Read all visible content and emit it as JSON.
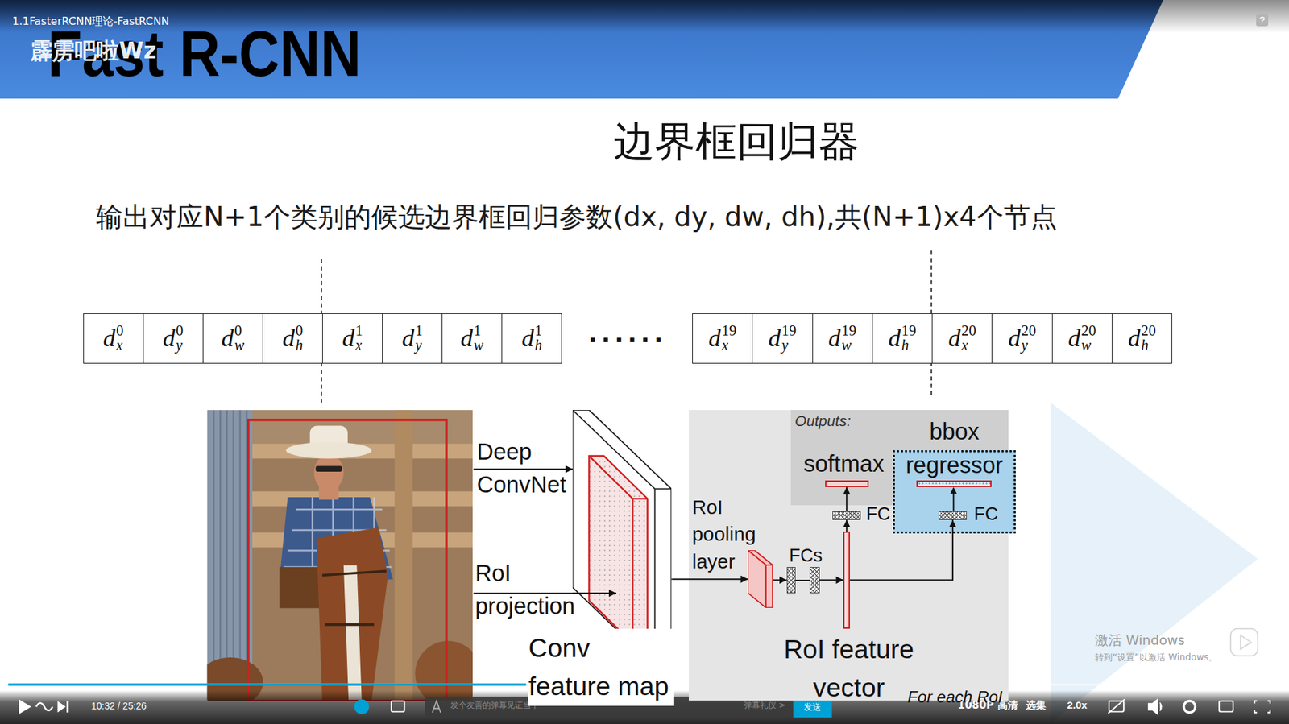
{
  "diagram": {
    "title": "边界框回归器",
    "nodes": [
      {
        "text": [
          "For each RoI"
        ]
      },
      {
        "text": [
          "Outputs:"
        ],
        "in": 0
      },
      {
        "text": [
          "softmax"
        ],
        "in": 1
      },
      {
        "text": [
          "bbox regressor"
        ],
        "in": 0
      },
      {
        "text": [
          "FC"
        ],
        "in": 0
      },
      {
        "text": [
          "FC"
        ],
        "in": 3
      },
      {
        "text": [
          "RoI feature vector"
        ],
        "in": 0
      },
      {
        "text": [
          "FCs"
        ],
        "in": 0
      },
      {
        "text": [
          "RoI pooling layer"
        ],
        "in": 0
      },
      {
        "text": [
          "Conv feature map"
        ]
      }
    ],
    "edges": [
      {
        "from": 9,
        "to": 8,
        "arrow": "to"
      },
      {
        "from": 8,
        "to": 7,
        "arrow": "to"
      },
      {
        "from": 7,
        "to": 6,
        "arrow": "to"
      },
      {
        "from": 6,
        "to": 4,
        "arrow": "to"
      },
      {
        "from": 4,
        "to": 2,
        "arrow": "to"
      },
      {
        "from": 6,
        "to": 5,
        "arrow": "to"
      }
    ],
    "labels": [
      "1.1FasterRCNN理论-FastRCNN",
      "Fast R-CNN",
      "霹雳吧啦Wz",
      "?",
      "输出对应N+1个类别的候选边界框回归参数(dx, dy, dw, dh),共(N+1)x4个节点",
      "dx0",
      "dy0",
      "dw0",
      "dh0",
      "dx1",
      "dy1",
      "dw1",
      "dh1",
      "......",
      "dx19",
      "dy19",
      "dw19",
      "dh19",
      "dx20",
      "dy20",
      "dw20",
      "dh20",
      "Deep ConvNet",
      "RoI projection",
      "激活 Windows",
      "转到“设置”以激活 Windows。",
      "10:32 / 25:26",
      "发个友善的弹幕见证当下",
      "弹幕礼仪 >",
      "发送",
      "1080P 高清",
      "选集",
      "2.0x"
    ]
  }
}
